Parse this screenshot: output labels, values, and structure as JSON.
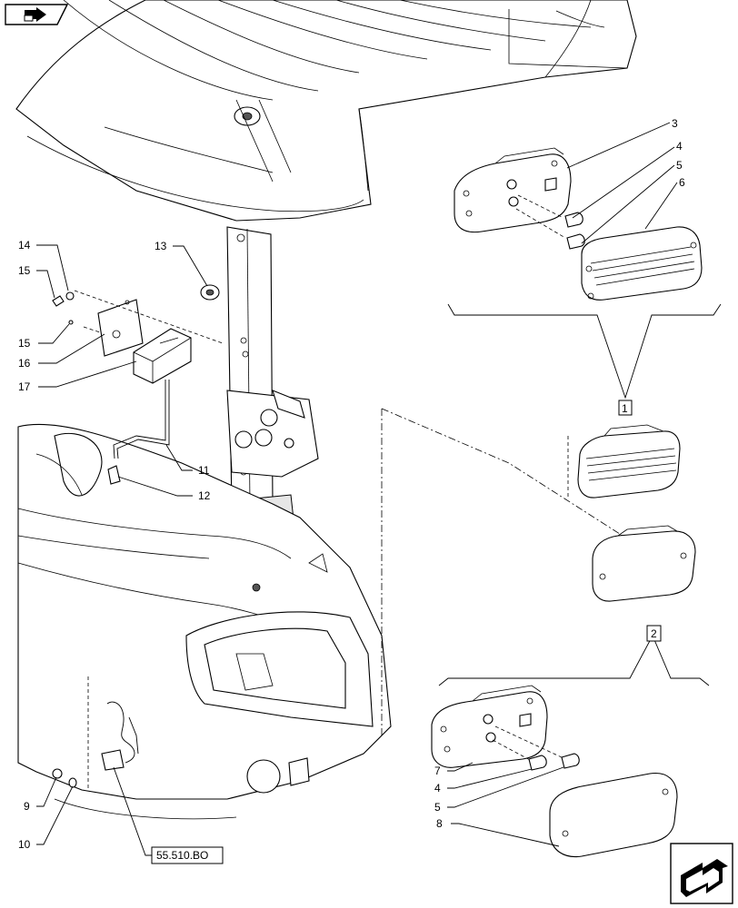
{
  "nav": {
    "prev_icon": "arrow-left-icon",
    "next_icon": "arrow-right-icon"
  },
  "diagram": {
    "callouts": {
      "c3": "3",
      "c4a": "4",
      "c5a": "5",
      "c6": "6",
      "c14": "14",
      "c15a": "15",
      "c15b": "15",
      "c16": "16",
      "c17": "17",
      "c13": "13",
      "c11": "11",
      "c12": "12",
      "c7": "7",
      "c4b": "4",
      "c5b": "5",
      "c8": "8",
      "c9": "9",
      "c10": "10"
    },
    "boxed": {
      "b1": "1",
      "b2": "2"
    },
    "reference": "55.510.BO"
  }
}
